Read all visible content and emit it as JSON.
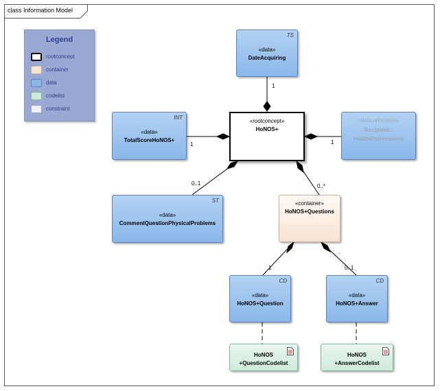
{
  "diagram": {
    "title": "class Information Model"
  },
  "legend": {
    "title": "Legend",
    "items": [
      {
        "label": "rootconcept",
        "color": "#ffffff",
        "border": "#000000"
      },
      {
        "label": "container",
        "color": "#f8e3d2",
        "border": "#c9b09a"
      },
      {
        "label": "data",
        "color": "#8ab8ea",
        "border": "#5b7fbf"
      },
      {
        "label": "codelist",
        "color": "#cfeadb",
        "border": "#7fb598"
      },
      {
        "label": "constraint",
        "color": "#eef0fa",
        "border": "#9aa0b8"
      }
    ]
  },
  "classes": {
    "date_acquiring": {
      "stereotype": "«data»",
      "name": "DateAcquiring",
      "type": "TS"
    },
    "root": {
      "stereotype": "«rootconcept»",
      "name": "HoNOS+"
    },
    "total_score": {
      "stereotype": "«data»",
      "name": "TotalScoreHoNOS+",
      "type": "INT"
    },
    "recipient": {
      "stereotype": "«data,reference»",
      "name_line1": "Recipient::",
      "name_line2": "HealthProfessional"
    },
    "comment": {
      "stereotype": "«data»",
      "name": "CommentQuestionPhysicalProblems",
      "type": "ST"
    },
    "questions": {
      "stereotype": "«container»",
      "name": "HoNOS+Questions"
    },
    "question": {
      "stereotype": "«data»",
      "name": "HoNOS+Question",
      "type": "CD"
    },
    "answer": {
      "stereotype": "«data»",
      "name": "HoNOS+Answer",
      "type": "CD"
    },
    "question_codelist": {
      "name_line1": "HoNOS",
      "name_line2": "+QuestionCodelist"
    },
    "answer_codelist": {
      "name_line1": "HoNOS",
      "name_line2": "+AnswerCodelist"
    }
  },
  "multiplicities": {
    "date_acquiring": "1",
    "total_score": "1",
    "recipient": "1",
    "comment": "0..1",
    "questions": "0..*",
    "question": "1",
    "answer": "0..1"
  }
}
